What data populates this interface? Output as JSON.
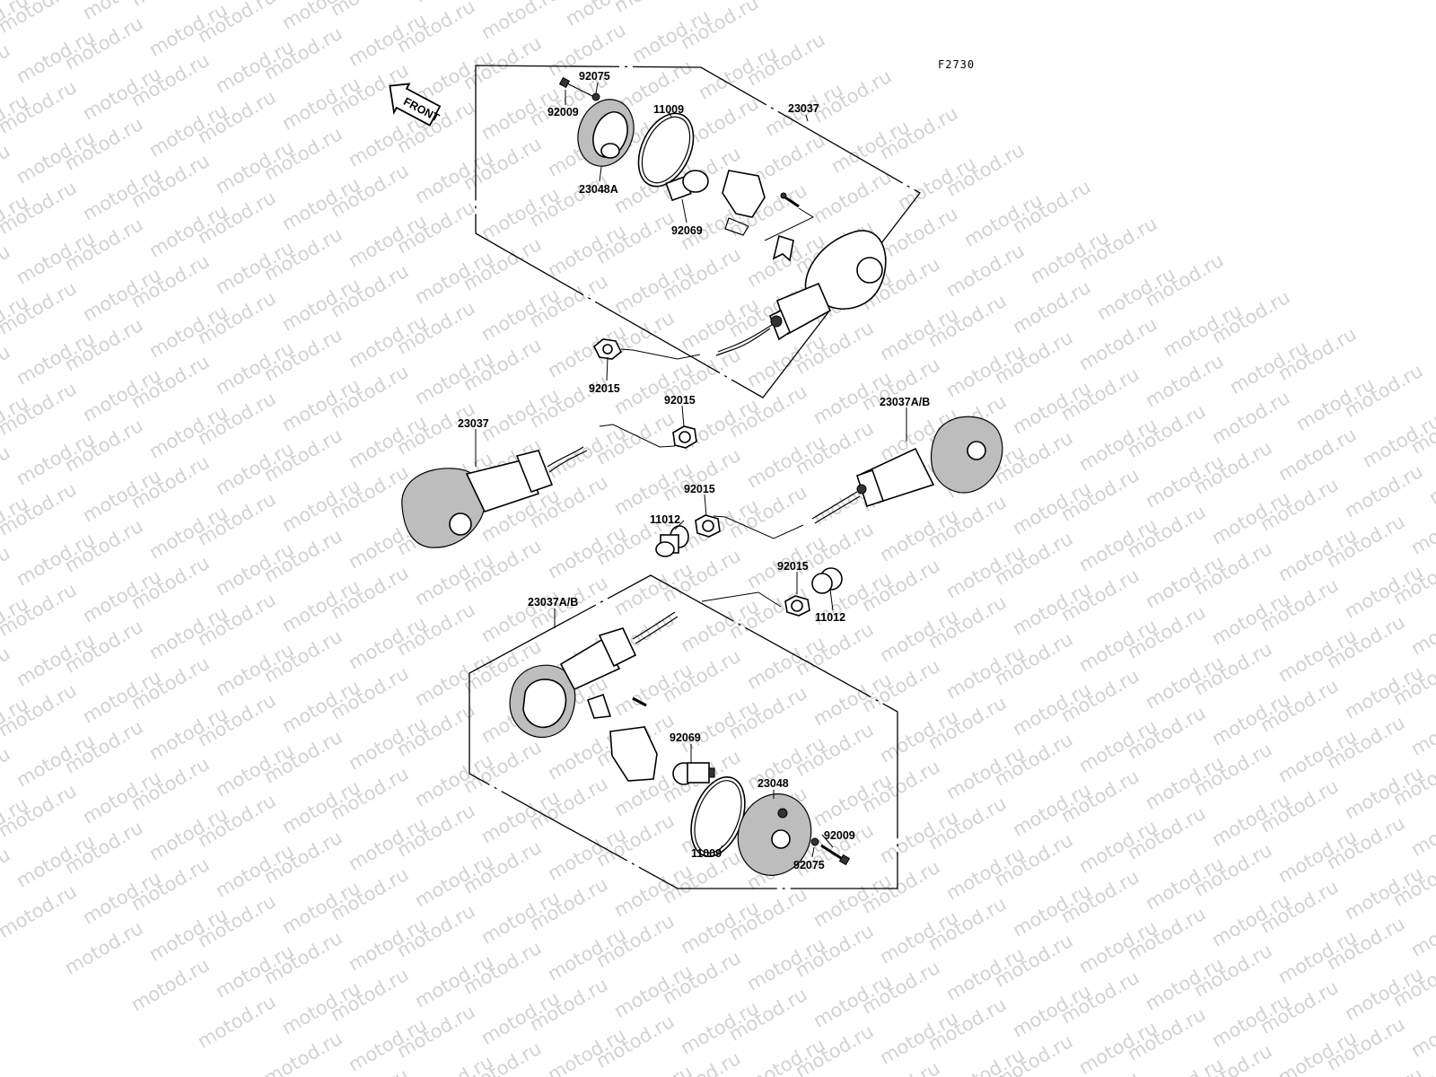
{
  "figure_code": "F2730",
  "front_marker": "FRONT",
  "watermark_text": "motod.ru",
  "labels": {
    "top_92075": "92075",
    "top_92009": "92009",
    "top_11009": "11009",
    "top_23037": "23037",
    "top_23048A": "23048A",
    "top_92069": "92069",
    "mid_92015_a": "92015",
    "mid_23037": "23037",
    "mid_92015_b": "92015",
    "mid_23037AB": "23037A/B",
    "mid_92015_c": "92015",
    "mid_11012_a": "11012",
    "mid_92015_d": "92015",
    "mid_11012_b": "11012",
    "bot_23037AB": "23037A/B",
    "bot_92069": "92069",
    "bot_23048": "23048",
    "bot_92009": "92009",
    "bot_11009": "11009",
    "bot_92075": "92075"
  },
  "colors": {
    "line": "#000000",
    "watermark": "#d2d2d2",
    "lens_shade": "#bdbdbd"
  }
}
